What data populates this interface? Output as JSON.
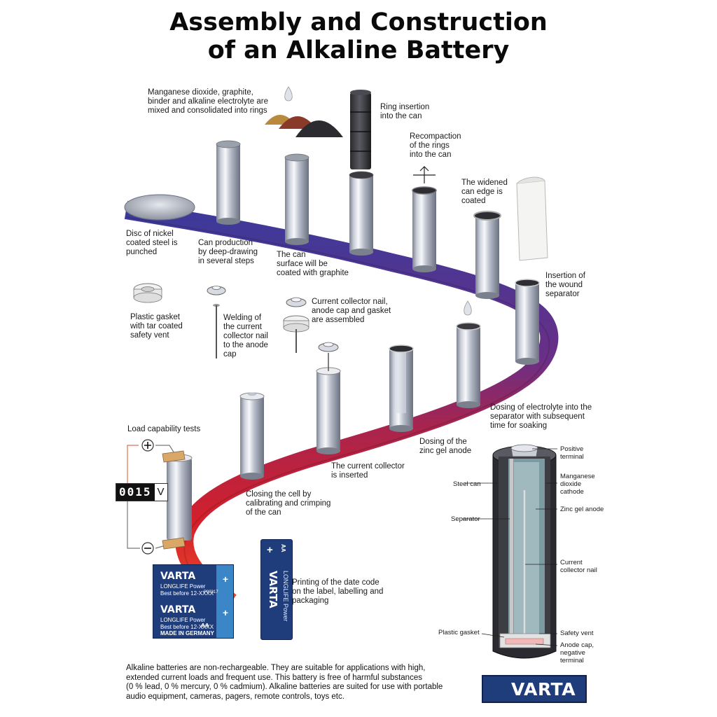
{
  "title": {
    "line1": "Assembly and Construction",
    "line2": "of an Alkaline Battery"
  },
  "steps": {
    "mix": [
      "Manganese dioxide, graphite,",
      "binder and alkaline electrolyte are",
      "mixed and consolidated into rings"
    ],
    "ring_insertion": [
      "Ring insertion",
      "into the can"
    ],
    "recompaction": [
      "Recompaction",
      "of the rings",
      "into the can"
    ],
    "widened_edge": [
      "The widened",
      "can edge is",
      "coated"
    ],
    "disc": [
      "Disc of nickel",
      "coated steel is",
      "punched"
    ],
    "can_production": [
      "Can production",
      "by deep-drawing",
      "in several steps"
    ],
    "graphite_coat": [
      "The can",
      "surface will be",
      "coated with graphite"
    ],
    "separator": [
      "Insertion of",
      "the wound",
      "separator"
    ],
    "gasket": [
      "Plastic gasket",
      "with tar coated",
      "safety vent"
    ],
    "welding": [
      "Welding of",
      "the current",
      "collector nail",
      "to the anode",
      "cap"
    ],
    "assembled": [
      "Current collector nail,",
      "anode cap and gasket",
      "are assembled"
    ],
    "electrolyte": [
      "Dosing of electrolyte into the",
      "separator with subsequent",
      "time for soaking"
    ],
    "zinc_gel": [
      "Dosing of the",
      "zinc gel anode"
    ],
    "collector_inserted": [
      "The current collector",
      "is inserted"
    ],
    "closing": [
      "Closing the cell by",
      "calibrating and crimping",
      "of the can"
    ],
    "load_test": [
      "Load capability tests"
    ],
    "printing": [
      "Printing of the date code",
      "on the label, labelling and",
      "packaging"
    ]
  },
  "meter": {
    "digits": "0015",
    "unit": "V"
  },
  "cross_section": {
    "positive": [
      "Positive",
      "terminal"
    ],
    "manganese": [
      "Manganese",
      "dioxide",
      "cathode"
    ],
    "steel_can": [
      "Steel can"
    ],
    "zinc_anode": [
      "Zinc gel anode"
    ],
    "separator": [
      "Separator"
    ],
    "nail": [
      "Current",
      "collector nail"
    ],
    "plastic_gasket": [
      "Plastic gasket"
    ],
    "safety_vent": [
      "Safety vent"
    ],
    "anode_cap": [
      "Anode cap,",
      "negative",
      "terminal"
    ]
  },
  "package": {
    "brand": "VARTA",
    "sub": "LONGLIFE Power",
    "best_before": "Best before 12-XXXX",
    "code": "P00317",
    "made_in": "MADE IN GERMANY",
    "size": "AA",
    "plus": "+"
  },
  "battery": {
    "brand": "VARTA",
    "sub": "LONGLIFE Power",
    "size": "AA",
    "plus": "+"
  },
  "footer": [
    "Alkaline batteries are non-rechargeable. They are suitable for applications with high,",
    "extended current loads and frequent use. This battery is free of harmful substances",
    "(0 % lead, 0 % mercury, 0 % cadmium). Alkaline batteries are suited for use with portable",
    "audio equipment, cameras, pagers, remote controls, toys etc."
  ],
  "logo": {
    "text": "VARTA"
  },
  "colors": {
    "ribbon_top": "#3b3a9a",
    "ribbon_mid": "#7a2f7a",
    "ribbon_red": "#c8202c",
    "ribbon_orange": "#e8452a",
    "brand_blue": "#1f3d7a",
    "brand_light_blue": "#3b86c7",
    "logo_gold": "#f2b200"
  },
  "icons": [
    "droplet-icon",
    "powder-piles-icon",
    "plus-terminal-icon",
    "minus-terminal-icon",
    "varta-v-logo-icon"
  ]
}
